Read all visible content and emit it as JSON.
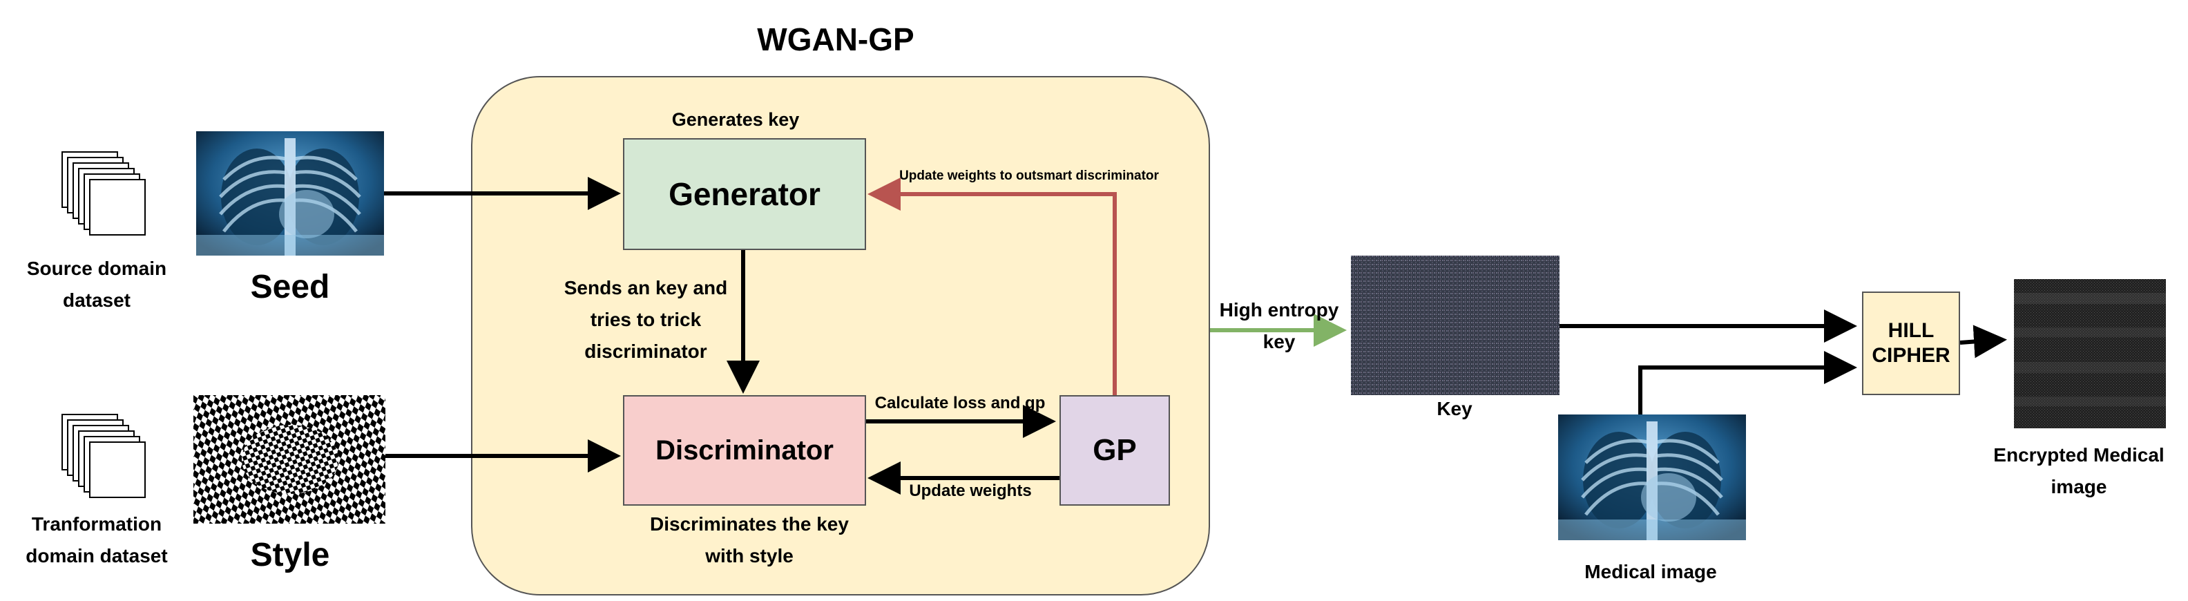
{
  "title": "WGAN-GP",
  "left": {
    "source_dataset_label": "Source domain dataset",
    "transform_dataset_label": "Tranformation domain dataset",
    "seed_label": "Seed",
    "style_label": "Style"
  },
  "wgan": {
    "generates_key_label": "Generates key",
    "generator_label": "Generator",
    "discriminator_label": "Discriminator",
    "gp_label": "GP",
    "sends_key_label": "Sends an key and tries to trick discriminator",
    "discriminates_label": "Discriminates the key with style",
    "calc_loss_label": "Calculate loss and gp",
    "update_weights_label": "Update weights",
    "update_outsmart_label": "Update weights to outsmart discriminator"
  },
  "right": {
    "high_entropy_label": "High entropy key",
    "key_label": "Key",
    "medical_image_label": "Medical image",
    "hill_cipher_label": "HILL CIPHER",
    "encrypted_label": "Encrypted Medical image"
  },
  "colors": {
    "wgan_bg": "#fff2cc",
    "generator_bg": "#d5e8d4",
    "discriminator_bg": "#f8cecc",
    "gp_bg": "#e1d5e7",
    "hill_bg": "#fff2cc",
    "feedback_arrow": "#b85450",
    "entropy_arrow": "#82b366"
  }
}
